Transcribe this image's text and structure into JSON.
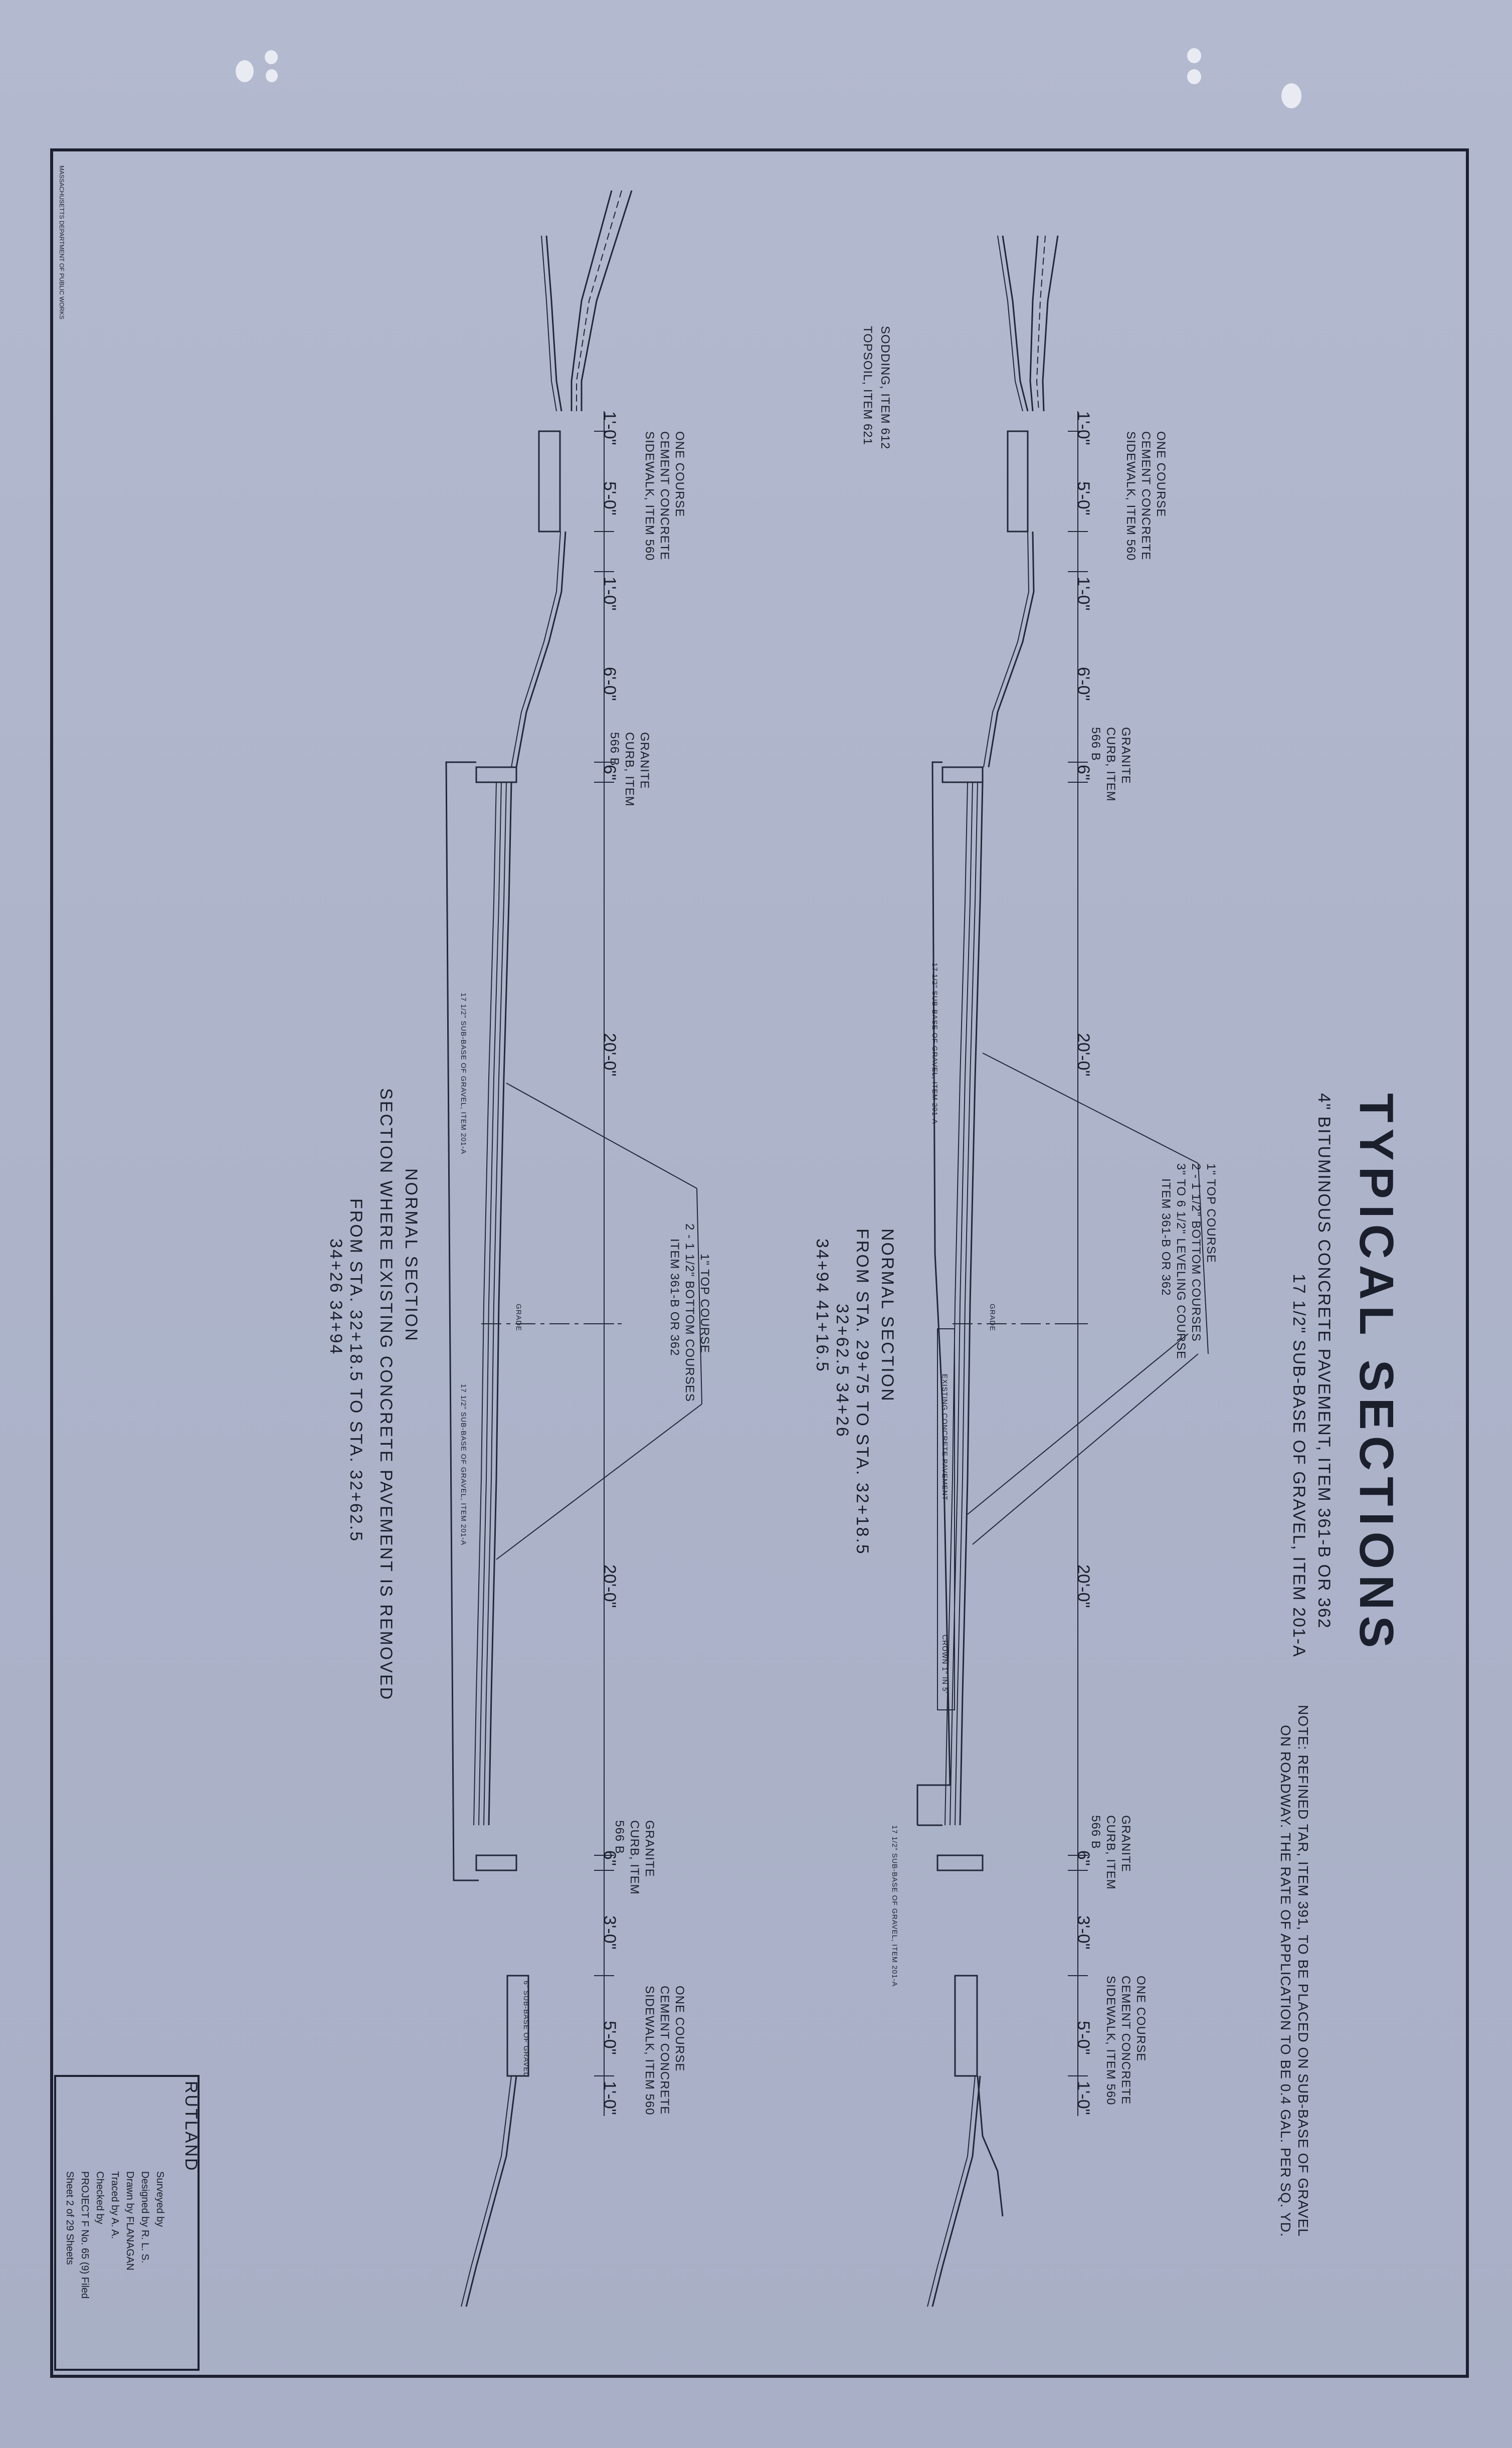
{
  "drawing": {
    "title": "TYPICAL SECTIONS",
    "subtitle_1": "4\" BITUMINOUS CONCRETE PAVEMENT, ITEM 361-B OR 362",
    "subtitle_2": "17 1/2\" SUB-BASE OF GRAVEL, ITEM 201-A",
    "note_1": "NOTE: REFINED TAR, ITEM 391, TO BE PLACED ON SUB-BASE OF GRAVEL",
    "note_2": "ON ROADWAY. THE RATE OF APPLICATION TO BE 0.4 GAL. PER SQ. YD."
  },
  "section_a": {
    "heading": "NORMAL     SECTION",
    "stations": [
      "FROM STA. 29+75  TO STA. 32+18.5",
      "32+62.5         34+26",
      "34+94           41+16.5"
    ],
    "labels": {
      "sidewalk_top": "ONE COURSE CEMENT CONCRETE SIDEWALK, ITEM 560",
      "curb_top": "GRANITE CURB, ITEM 566 B",
      "top_course": "1\" TOP COURSE",
      "bottom_courses": "2 - 1 1/2\" BOTTOM COURSES",
      "leveling": "3\" TO 6 1/2\" LEVELING COURSE",
      "items": "ITEM 361-B OR 362",
      "curb_bottom": "GRANITE CURB, ITEM 566 B",
      "sidewalk_bottom": "ONE COURSE CEMENT CONCRETE SIDEWALK, ITEM 560",
      "subbase_left": "17 1/2\" SUB-BASE OF GRAVEL, ITEM 201-A",
      "subbase_right": "17 1/2\" SUB-BASE OF GRAVEL, ITEM 201-A",
      "existing": "EXISTING CONCRETE PAVEMENT",
      "crown": "CROWN 1\" IN 5'",
      "grade": "GRADE"
    },
    "dims": [
      "1'-0\"",
      "5'-0\"",
      "1'-0\"",
      "6'-0\"",
      "6\"",
      "20'-0\"",
      "20'-0\"",
      "6\"",
      "3'-0\"",
      "5'-0\"",
      "1'-0\""
    ]
  },
  "section_b": {
    "heading": "NORMAL     SECTION",
    "heading_2": "SECTION  WHERE  EXISTING  CONCRETE  PAVEMENT  IS  REMOVED",
    "stations": [
      "FROM STA. 32+18.5   TO STA. 32+62.5",
      "34+26              34+94"
    ],
    "labels": {
      "sidewalk_top": "ONE COURSE CEMENT CONCRETE SIDEWALK, ITEM 560",
      "sodding": "SODDING, ITEM 612",
      "topsoil": "TOPSOIL, ITEM 621",
      "curb_top": "GRANITE CURB, ITEM 566 B",
      "top_course": "1\" TOP COURSE",
      "bottom_courses": "2 - 1 1/2\" BOTTOM COURSES",
      "items": "ITEM 361-B OR 362",
      "curb_bottom": "GRANITE CURB, ITEM 566 B",
      "sidewalk_bottom": "ONE COURSE CEMENT CONCRETE SIDEWALK, ITEM 560",
      "subbase_left": "17 1/2\" SUB-BASE OF GRAVEL, ITEM 201-A",
      "subbase_right": "17 1/2\" SUB-BASE OF GRAVEL, ITEM 201-A",
      "gravel_walk": "6\" SUB-BASE OF GRAVEL",
      "grade": "GRADE"
    },
    "dims": [
      "1'-0\"",
      "5'-0\"",
      "1'-0\"",
      "6'-0\"",
      "6\"",
      "20'-0\"",
      "20'-0\"",
      "6\"",
      "3'-0\"",
      "5'-0\"",
      "1'-0\""
    ]
  },
  "title_block": {
    "town": "RUTLAND",
    "rows": [
      "Surveyed by",
      "Designed by      R. L. S.",
      "Drawn by         FLANAGAN",
      "Traced by        A. A.",
      "Checked by",
      "PROJECT   F   No.   65 (9)      Filed",
      "Sheet  2   of  29   Sheets"
    ]
  },
  "margin_text": "MASSACHUSETTS DEPARTMENT OF PUBLIC WORKS"
}
